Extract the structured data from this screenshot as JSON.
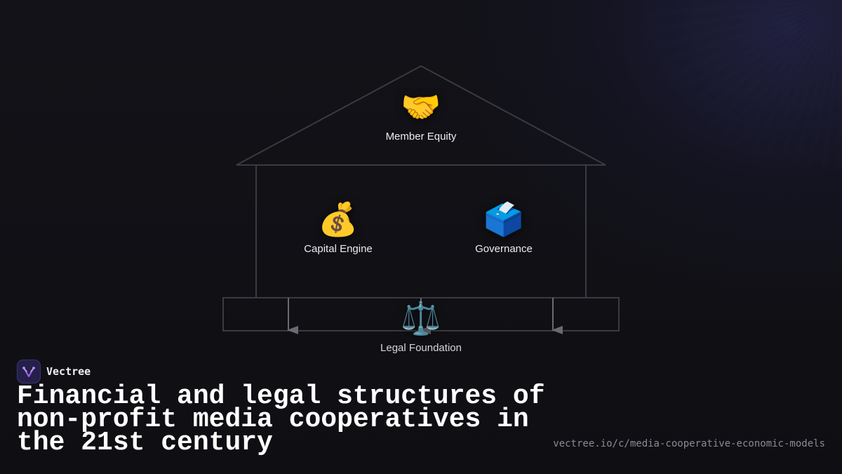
{
  "diagram": {
    "roof": {
      "icon": "🤝",
      "icon_name": "handshake-icon",
      "label": "Member Equity"
    },
    "left_pillar": {
      "icon": "💰",
      "icon_name": "money-bag-icon",
      "label": "Capital Engine"
    },
    "right_pillar": {
      "icon": "🗳️",
      "icon_name": "ballot-box-icon",
      "label": "Governance"
    },
    "foundation": {
      "icon": "⚖️",
      "icon_name": "balance-scale-icon",
      "label": "Legal Foundation"
    },
    "line_color": "#3a3a40",
    "arrow_color": "#6a6a70"
  },
  "brand": {
    "name": "Vectree",
    "accent": "#a565e8"
  },
  "title": "Financial and legal structures of non-profit media cooperatives in the 21st century",
  "url": "vectree.io/c/media-cooperative-economic-models"
}
